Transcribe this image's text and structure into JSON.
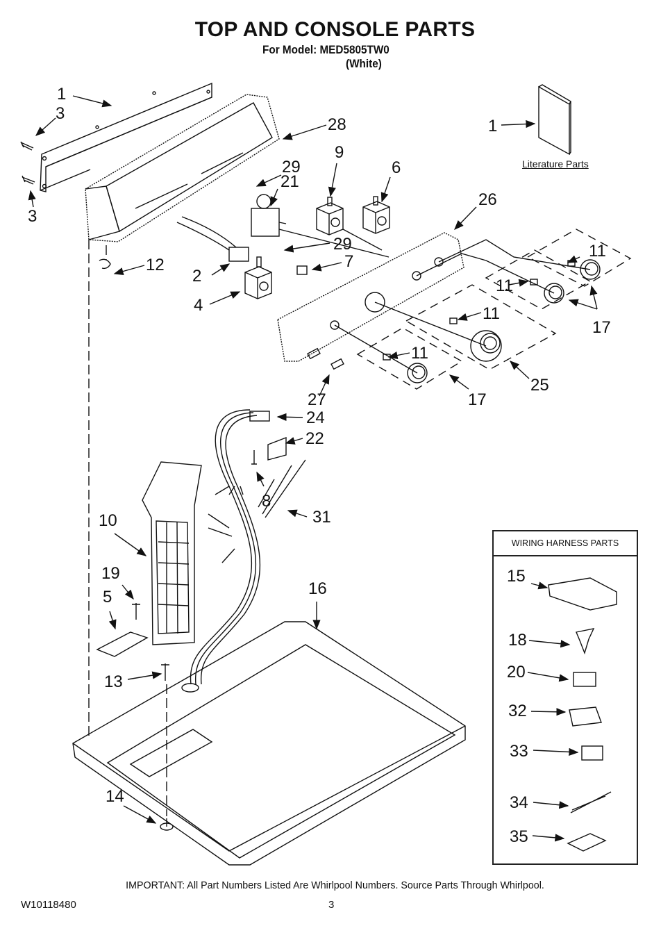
{
  "header": {
    "title": "TOP AND CONSOLE PARTS",
    "model_line": "For Model: MED5805TW0",
    "color_line": "(White)"
  },
  "literature": {
    "label": "Literature Parts",
    "callout": "1"
  },
  "callouts": {
    "c1_top": "1",
    "c3_upper": "3",
    "c3_lower": "3",
    "c28": "28",
    "c29_upper": "29",
    "c21": "21",
    "c9": "9",
    "c6": "6",
    "c26": "26",
    "c2": "2",
    "c12": "12",
    "c29_lower": "29",
    "c7": "7",
    "c4": "4",
    "c11_a": "11",
    "c11_b": "11",
    "c11_c": "11",
    "c11_d": "11",
    "c17_right": "17",
    "c17_bottom": "17",
    "c25": "25",
    "c27": "27",
    "c24": "24",
    "c22": "22",
    "c8": "8",
    "c31": "31",
    "c10": "10",
    "c19": "19",
    "c5": "5",
    "c16": "16",
    "c13": "13",
    "c14": "14"
  },
  "wiring_harness": {
    "title": "WIRING HARNESS PARTS",
    "items": [
      "15",
      "18",
      "20",
      "32",
      "33",
      "34",
      "35"
    ]
  },
  "footer": {
    "note": "IMPORTANT: All Part Numbers Listed Are Whirlpool Numbers. Source Parts Through Whirlpool.",
    "doc_id": "W10118480",
    "page_number": "3"
  }
}
